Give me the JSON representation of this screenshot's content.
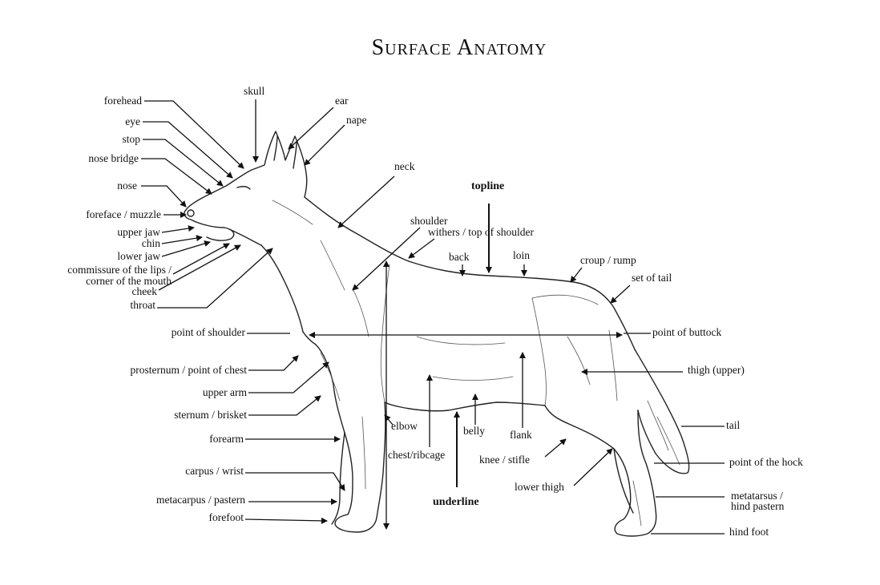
{
  "title": "Surface Anatomy",
  "labels": {
    "forehead": "forehead",
    "skull": "skull",
    "ear": "ear",
    "nape": "nape",
    "eye": "eye",
    "stop": "stop",
    "nose_bridge": "nose bridge",
    "nose": "nose",
    "foreface": "foreface / muzzle",
    "upper_jaw": "upper jaw",
    "chin": "chin",
    "lower_jaw": "lower jaw",
    "commissure_1": "commissure of the lips /",
    "commissure_2": "corner of the mouth",
    "cheek": "cheek",
    "throat": "throat",
    "neck": "neck",
    "topline": "topline",
    "shoulder": "shoulder",
    "withers": "withers / top of shoulder",
    "back": "back",
    "loin": "loin",
    "croup": "croup / rump",
    "set_of_tail": "set of tail",
    "point_of_shoulder": "point of shoulder",
    "point_of_buttock": "point of buttock",
    "prosternum": "prosternum / point of chest",
    "thigh_upper": "thigh (upper)",
    "upper_arm": "upper arm",
    "sternum": "sternum / brisket",
    "elbow": "elbow",
    "belly": "belly",
    "flank": "flank",
    "tail": "tail",
    "forearm": "forearm",
    "chest_ribcage": "chest/ribcage",
    "knee": "knee / stifle",
    "point_of_hock": "point of the hock",
    "carpus": "carpus / wrist",
    "lower_thigh": "lower thigh",
    "metacarpus": "metacarpus / pastern",
    "underline": "underline",
    "metatarsus_1": "metatarsus /",
    "metatarsus_2": "hind pastern",
    "forefoot": "forefoot",
    "hind_foot": "hind foot"
  }
}
